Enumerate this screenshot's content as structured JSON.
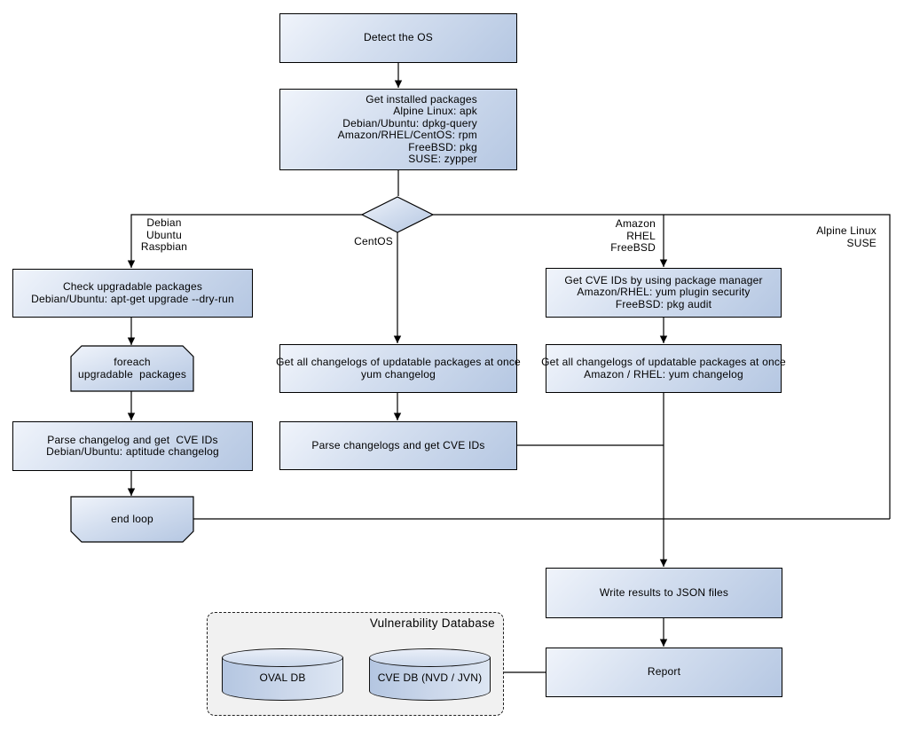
{
  "nodes": {
    "detect_os": {
      "label": "Detect the OS"
    },
    "get_installed_packages": {
      "lines": [
        "Get installed packages",
        "Alpine Linux: apk",
        "Debian/Ubuntu: dpkg-query",
        "Amazon/RHEL/CentOS: rpm",
        "FreeBSD: pkg",
        "SUSE: zypper"
      ]
    },
    "check_upgradable": {
      "lines": [
        "Check upgradable packages",
        "Debian/Ubuntu: apt-get upgrade --dry-run"
      ]
    },
    "foreach_loop": {
      "lines": [
        "foreach",
        "upgradable  packages"
      ]
    },
    "parse_changelog_deb": {
      "lines": [
        "Parse changelog and get  CVE IDs",
        "Debian/Ubuntu: aptitude changelog"
      ]
    },
    "end_loop": {
      "label": "end loop"
    },
    "get_changelogs_yum": {
      "lines": [
        "Get all changelogs of updatable packages at once",
        "yum changelog"
      ]
    },
    "parse_changelogs_yum": {
      "label": "Parse changelogs and get CVE IDs"
    },
    "get_cve_pkg_manager": {
      "lines": [
        "Get CVE IDs by using package manager",
        "Amazon/RHEL: yum plugin security",
        "FreeBSD: pkg audit"
      ]
    },
    "get_changelogs_amazon": {
      "lines": [
        "Get all changelogs of updatable packages at once",
        "Amazon / RHEL: yum changelog"
      ]
    },
    "write_results": {
      "label": "Write results to JSON files"
    },
    "report": {
      "label": "Report"
    }
  },
  "branch_labels": {
    "debian": {
      "lines": [
        "Debian",
        "Ubuntu",
        "Raspbian"
      ]
    },
    "centos": {
      "label": "CentOS"
    },
    "amazon": {
      "lines": [
        "Amazon",
        "RHEL",
        "FreeBSD"
      ]
    },
    "alpine": {
      "lines": [
        "Alpine Linux",
        "SUSE"
      ]
    }
  },
  "database_group": {
    "title": "Vulnerability Database",
    "oval_db": "OVAL DB",
    "cve_db": "CVE DB (NVD / JVN)"
  },
  "colors": {
    "node_gradient_start": "#f0f4fb",
    "node_gradient_end": "#b5c7e2",
    "border": "#000000",
    "group_background": "#f1f1f1",
    "background": "#ffffff"
  }
}
